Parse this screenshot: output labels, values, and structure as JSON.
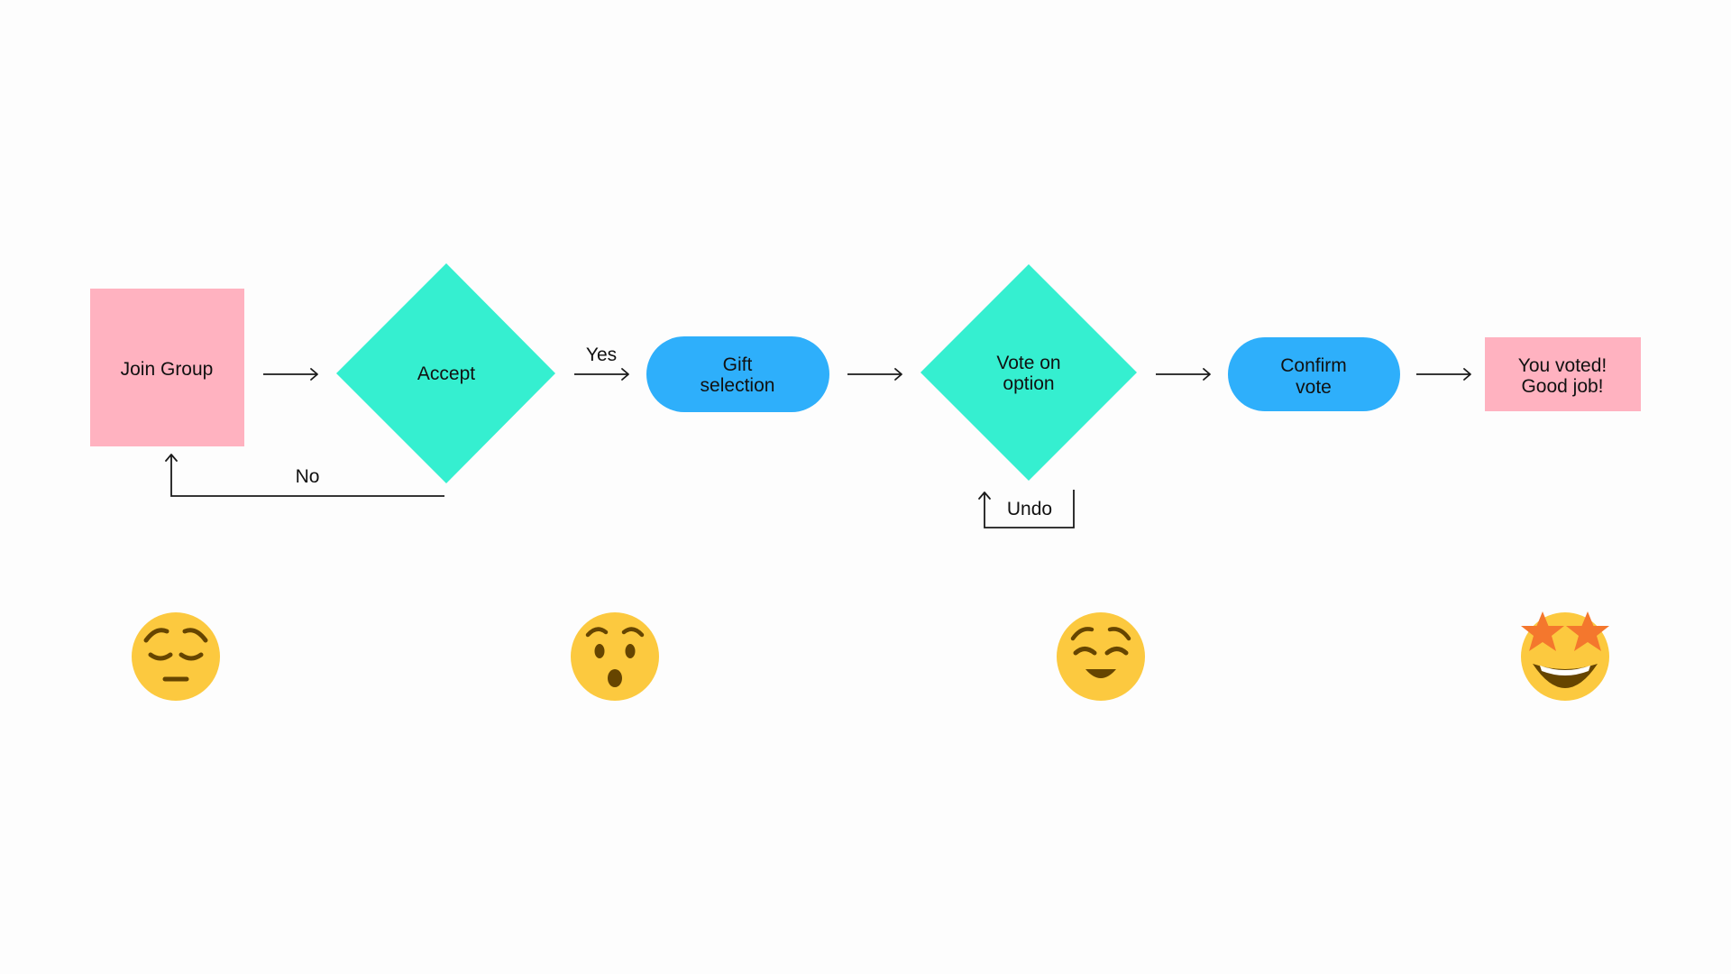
{
  "colors": {
    "pink": "#ffb2c0",
    "teal": "#35efd0",
    "blue": "#2eaffb",
    "emoji_face": "#fcc93f",
    "emoji_feature": "#664500",
    "star": "#f4772d"
  },
  "nodes": {
    "join_group": {
      "line1": "Join Group"
    },
    "accept": {
      "line1": "Accept"
    },
    "gift_selection": {
      "line1": "Gift",
      "line2": "selection"
    },
    "vote_on_option": {
      "line1": "Vote on",
      "line2": "option"
    },
    "confirm_vote": {
      "line1": "Confirm",
      "line2": "vote"
    },
    "you_voted": {
      "line1": "You voted!",
      "line2": "Good job!"
    }
  },
  "edge_labels": {
    "yes": "Yes",
    "no": "No",
    "undo": "Undo"
  },
  "emojis": [
    {
      "name": "pensive-face"
    },
    {
      "name": "hushed-face"
    },
    {
      "name": "relieved-face"
    },
    {
      "name": "star-struck-face"
    }
  ]
}
